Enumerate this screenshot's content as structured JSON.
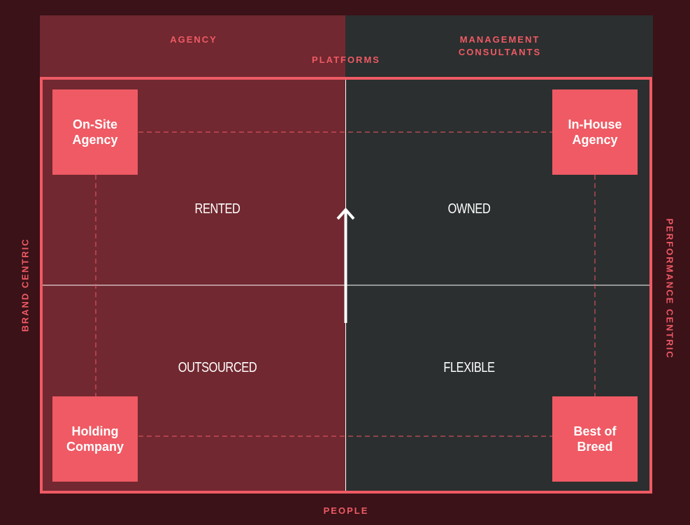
{
  "header": {
    "agency": "AGENCY",
    "platforms": "PLATFORMS",
    "management_consultants": "MANAGEMENT\nCONSULTANTS"
  },
  "corners": {
    "top_left": "On-Site\nAgency",
    "top_right": "In-House\nAgency",
    "bottom_left": "Holding\nCompany",
    "bottom_right": "Best of\nBreed"
  },
  "quadrants": {
    "top_left": "RENTED",
    "top_right": "OWNED",
    "bottom_left": "OUTSOURCED",
    "bottom_right": "FLEXIBLE"
  },
  "axes": {
    "left": "BRAND CENTRIC",
    "right": "PERFORMANCE CENTRIC",
    "bottom": "PEOPLE"
  },
  "colors": {
    "background": "#3a1218",
    "left_panel": "#712830",
    "right_panel": "#2b2f2f",
    "accent": "#ef5a64",
    "text": "#ffffff"
  }
}
